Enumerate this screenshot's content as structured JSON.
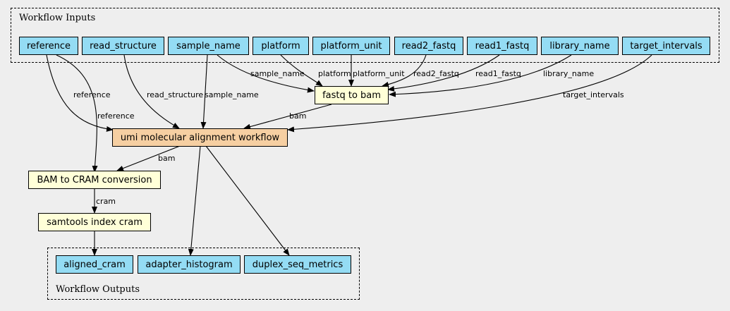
{
  "clusters": {
    "inputs_label": "Workflow Inputs",
    "outputs_label": "Workflow Outputs"
  },
  "inputs": [
    "reference",
    "read_structure",
    "sample_name",
    "platform",
    "platform_unit",
    "read2_fastq",
    "read1_fastq",
    "library_name",
    "target_intervals"
  ],
  "tasks": {
    "fastq_to_bam": "fastq to bam",
    "umi_workflow": "umi molecular alignment workflow",
    "bam_to_cram": "BAM to CRAM conversion",
    "samtools_index": "samtools index cram"
  },
  "outputs": [
    "aligned_cram",
    "adapter_histogram",
    "duplex_seq_metrics"
  ],
  "edge_labels": {
    "sample_name_to_fastq": "sample_name",
    "platform_to_fastq": "platform",
    "platform_unit_to_fastq": "platform_unit",
    "read2_to_fastq": "read2_fastq",
    "read1_to_fastq": "read1_fastq",
    "library_name_to_fastq": "library_name",
    "reference_to_umi": "reference",
    "reference_to_cram": "reference",
    "read_structure_to_umi": "read_structure",
    "sample_name_to_umi": "sample_name",
    "target_intervals_to_umi": "target_intervals",
    "fastq_bam_to_umi": "bam",
    "umi_bam_to_cram": "bam",
    "cram_to_index": "cram"
  },
  "colors": {
    "io_fill": "#94dcf4",
    "task_fill": "#ffffd8",
    "subworkflow_fill": "#f6cfa2",
    "background": "#eeeeee"
  }
}
